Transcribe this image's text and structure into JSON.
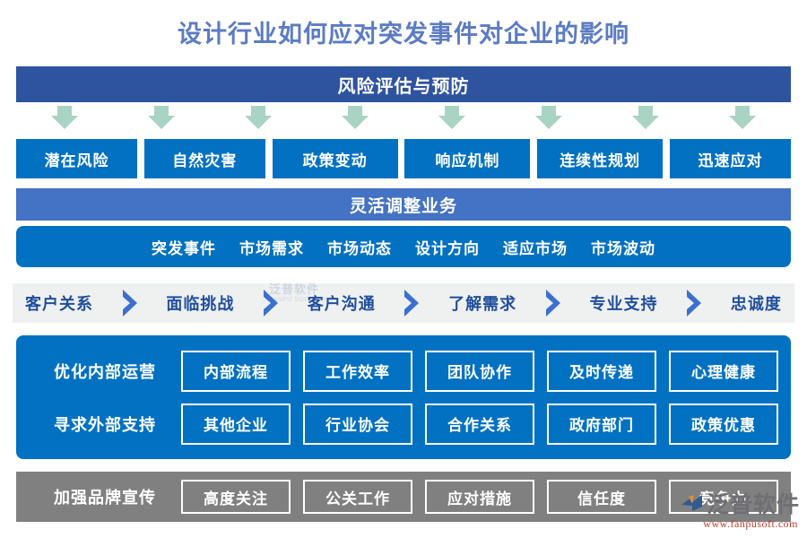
{
  "page": {
    "title": "设计行业如何应对突发事件对企业的影响"
  },
  "colors": {
    "title_text": "#5B7BC4",
    "header_bar": "#2E539F",
    "subhead_bar": "#4472C4",
    "primary_blue": "#0271C2",
    "arrow_green": "#A9D3C3",
    "chevron_row_bg": "#EFF0F0",
    "chevron_text": "#1F4E9C",
    "chevron_arrow": "#3C6FD0",
    "brand_block_gray": "#808080",
    "box_outline": "#FFFFFF"
  },
  "risk_section": {
    "header": "风险评估与预防",
    "arrow_count": 8,
    "items": [
      "潜在风险",
      "自然灾害",
      "政策变动",
      "响应机制",
      "连续性规划",
      "迅速应对"
    ]
  },
  "flexible_section": {
    "header": "灵活调整业务",
    "items": [
      "突发事件",
      "市场需求",
      "市场动态",
      "设计方向",
      "适应市场",
      "市场波动"
    ]
  },
  "process_section": {
    "steps": [
      "客户关系",
      "面临挑战",
      "客户沟通",
      "了解需求",
      "专业支持",
      "忠诚度"
    ]
  },
  "operations_section": {
    "rows": [
      {
        "title": "优化内部运营",
        "items": [
          "内部流程",
          "工作效率",
          "团队协作",
          "及时传递",
          "心理健康"
        ]
      },
      {
        "title": "寻求外部支持",
        "items": [
          "其他企业",
          "行业协会",
          "合作关系",
          "政府部门",
          "政策优惠"
        ]
      }
    ]
  },
  "brand_section": {
    "title": "加强品牌宣传",
    "items": [
      "高度关注",
      "公关工作",
      "应对措施",
      "信任度",
      "竞争力"
    ]
  },
  "watermarks": {
    "center": {
      "main": "泛普软件",
      "sub": "FANPU SOFTWARE"
    },
    "corner": {
      "name": "泛普软件",
      "url": "www.fanpusoft.com"
    }
  }
}
